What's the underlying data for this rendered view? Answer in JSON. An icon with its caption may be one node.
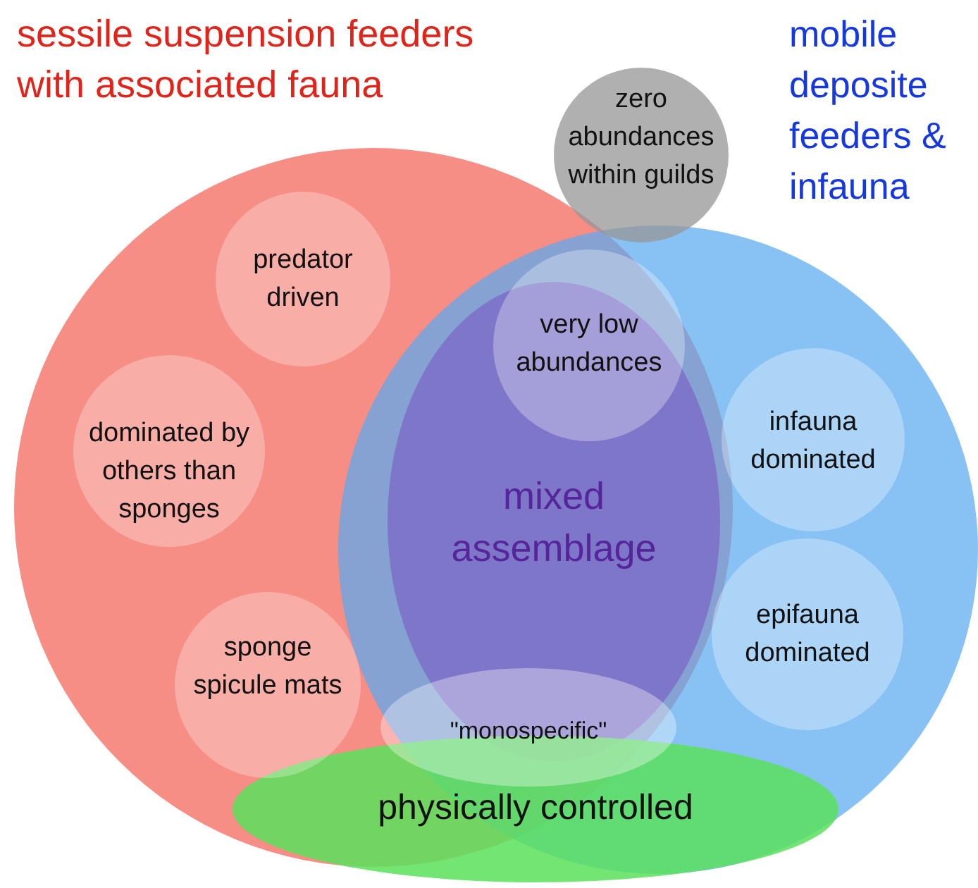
{
  "diagram": {
    "nodes": [
      {
        "text": [
          "sessile suspension feeders with associated fauna"
        ]
      },
      {
        "text": [
          "zero abundances within guilds"
        ]
      },
      {
        "text": [
          "mobile deposite feeders & infauna"
        ]
      },
      {
        "text": [
          "predator driven"
        ],
        "in": 0
      },
      {
        "text": [
          "mixed assemblage"
        ]
      },
      {
        "text": [
          "very low abundances"
        ]
      },
      {
        "text": [
          "dominated by others than sponges"
        ],
        "in": 0
      },
      {
        "text": [
          "infauna dominated"
        ],
        "in": 2
      },
      {
        "text": [
          "epifauna dominated"
        ],
        "in": 2
      },
      {
        "text": [
          "sponge spicule mats"
        ],
        "in": 0
      },
      {
        "text": [
          "\"monospecific\""
        ]
      },
      {
        "text": [
          "physically controlled"
        ]
      }
    ],
    "edges": []
  }
}
